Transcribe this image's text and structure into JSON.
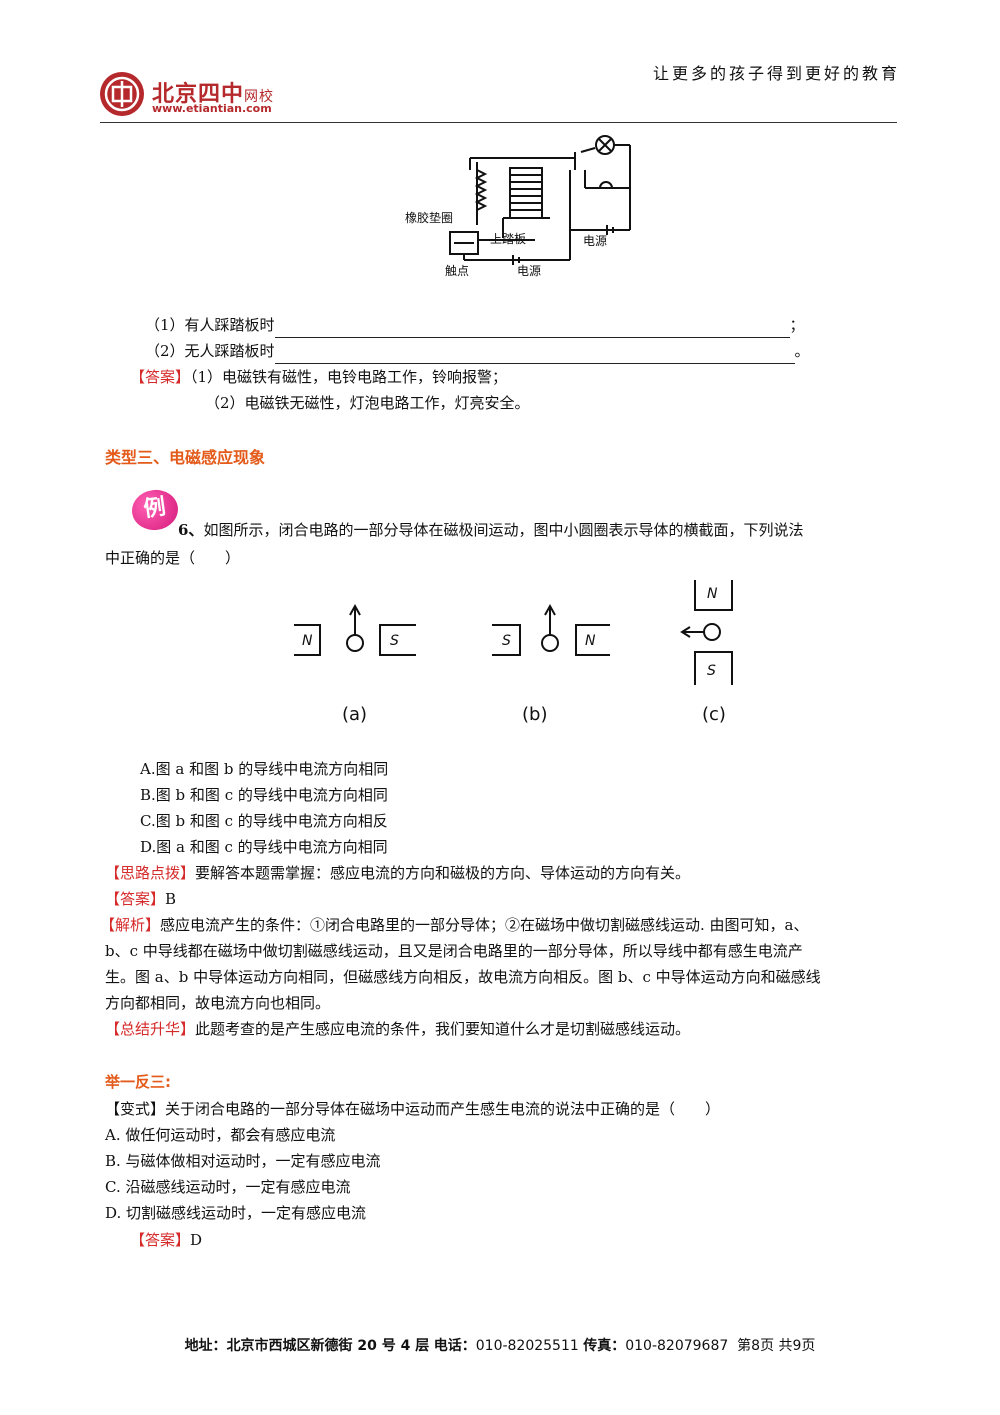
{
  "header": {
    "slogan": "让更多的孩子得到更好的教育",
    "logo_name": "北京四中",
    "logo_sub": "网校",
    "logo_url": "www.etiantian.com"
  },
  "figure1": {
    "labels": [
      "橡胶垫圈",
      "上踏板",
      "电源",
      "触点",
      "电源"
    ]
  },
  "q5": {
    "q1": "（1）有人踩踏板时",
    "q1_end": "；",
    "q2": "（2）无人踩踏板时",
    "q2_end": "。",
    "answer_tag": "【答案】",
    "answer1": "（1）电磁铁有磁性，电铃电路工作，铃响报警；",
    "answer2": "（2）电磁铁无磁性，灯泡电路工作，灯亮安全。"
  },
  "section3": {
    "title": "类型三、电磁感应现象",
    "badge": "例",
    "question_num": "6、",
    "question_line1": "如图所示，闭合电路的一部分导体在磁极间运动，图中小圆圈表示导体的横截面，下列说法",
    "question_line2": "中正确的是（　　）",
    "figure2": {
      "a_left": "N",
      "a_right": "S",
      "a_caption": "(a)",
      "b_left": "S",
      "b_right": "N",
      "b_caption": "(b)",
      "c_top": "N",
      "c_bottom": "S",
      "c_caption": "(c)"
    },
    "options": [
      "A.图 a 和图 b 的导线中电流方向相同",
      "B.图 b 和图 c 的导线中电流方向相同",
      "C.图 b 和图 c 的导线中电流方向相反",
      "D.图 a 和图 c 的导线中电流方向相同"
    ],
    "hint_tag": "【思路点拨】",
    "hint": "要解答本题需掌握：感应电流的方向和磁极的方向、导体运动的方向有关。",
    "answer_tag": "【答案】",
    "answer": "B",
    "analysis_tag": "【解析】",
    "analysis_line1": "感应电流产生的条件：①闭合电路里的一部分导体；②在磁场中做切割磁感线运动. 由图可知，a、",
    "analysis_line2": "b、c 中导线都在磁场中做切割磁感线运动，且又是闭合电路里的一部分导体，所以导线中都有感生电流产",
    "analysis_line3": "生。图 a、b 中导体运动方向相同，但磁感线方向相反，故电流方向相反。图 b、c 中导体运动方向和磁感线",
    "analysis_line4": "方向都相同，故电流方向也相同。",
    "summary_tag": "【总结升华】",
    "summary": "此题考查的是产生感应电流的条件，我们要知道什么才是切割磁感线运动。"
  },
  "variant": {
    "title": "举一反三:",
    "tag": "【变式】",
    "question": "关于闭合电路的一部分导体在磁场中运动而产生感生电流的说法中正确的是（　　）",
    "options": [
      "A. 做任何运动时，都会有感应电流",
      "B. 与磁体做相对运动时，一定有感应电流",
      "C. 沿磁感线运动时，一定有感应电流",
      "D. 切割磁感线运动时，一定有感应电流"
    ],
    "answer_tag": "【答案】",
    "answer": "D"
  },
  "footer": {
    "address_label": "地址：",
    "address": "北京市西城区新德街 20 号 4 层",
    "phone_label": "电话：",
    "phone": "010-82025511",
    "fax_label": "传真：",
    "fax": "010-82079687",
    "page": "第8页  共9页"
  }
}
